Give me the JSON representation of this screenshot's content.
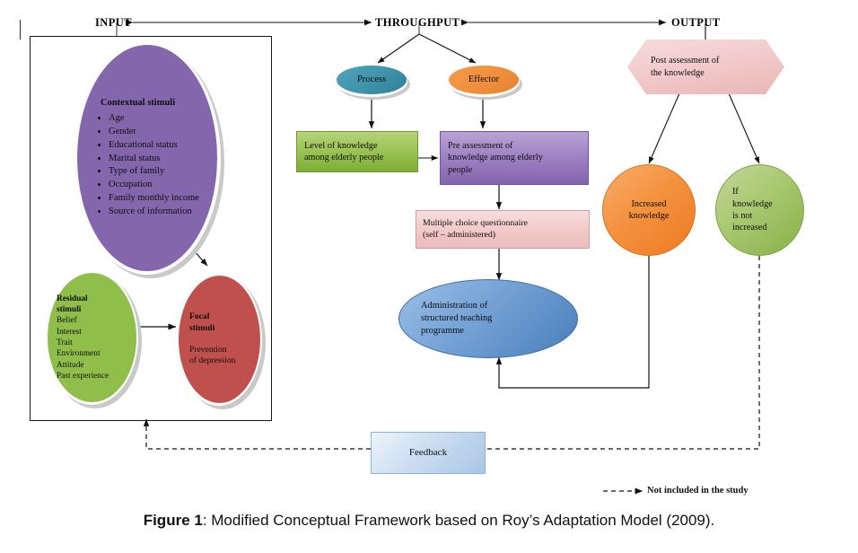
{
  "figure": {
    "caption_label": "Figure 1",
    "caption_text": ": Modified Conceptual Framework based on Roy’s Adaptation Model (2009)."
  },
  "columns": {
    "input": "INPUT",
    "throughput": "THROUGHPUT",
    "output": "OUTPUT"
  },
  "input": {
    "contextual": {
      "title": "Contextual stimuli",
      "items": [
        "Age",
        "Gender",
        "Educational status",
        "Marital status",
        "Type of family",
        "Occupation",
        "Family monthly income",
        "Source of information"
      ],
      "color": "#8366ab"
    },
    "residual": {
      "title_line1": "Residual",
      "title_line2": "stimuli",
      "items": [
        "Belief",
        "Interest",
        "Trait",
        "Environment",
        "Attitude",
        "Past experience"
      ],
      "color": "#8fbe4b"
    },
    "focal": {
      "title_line1": "Focal",
      "title_line2": "stimuli",
      "body_line1": "Prevention",
      "body_line2": "of depression",
      "color": "#c0504d"
    }
  },
  "throughput": {
    "process": {
      "label": "Process",
      "color": "#3f96ae"
    },
    "effector": {
      "label": "Effector",
      "color": "#f0913e"
    },
    "level_of_knowledge": {
      "line1": "Level of knowledge",
      "line2": "among elderly people",
      "color": "#9cc456"
    },
    "pre_assessment": {
      "line1": "Pre assessment of",
      "line2": "knowledge among elderly",
      "line3": "people",
      "color": "#9f83c4"
    },
    "questionnaire": {
      "line1": "Multiple choice questionnaire",
      "line2": "(self – administered)",
      "color": "#f2caca"
    },
    "administration": {
      "line1": "Administration of",
      "line2": "structured teaching",
      "line3": "programme",
      "color": "#4a7ebb"
    }
  },
  "output": {
    "post_assessment": {
      "line1": "Post assessment of",
      "line2": "the knowledge",
      "color": "#f1c7c7"
    },
    "increased": {
      "line1": "Increased",
      "line2": "knowledge",
      "color": "#f4923f"
    },
    "not_increased": {
      "line1": "If",
      "line2": "knowledge",
      "line3": "is not",
      "line4": "increased",
      "color": "#a9c86f"
    }
  },
  "feedback": {
    "label": "Feedback",
    "color": "#a9c6e6"
  },
  "legend": {
    "not_included": "Not included in the study"
  }
}
